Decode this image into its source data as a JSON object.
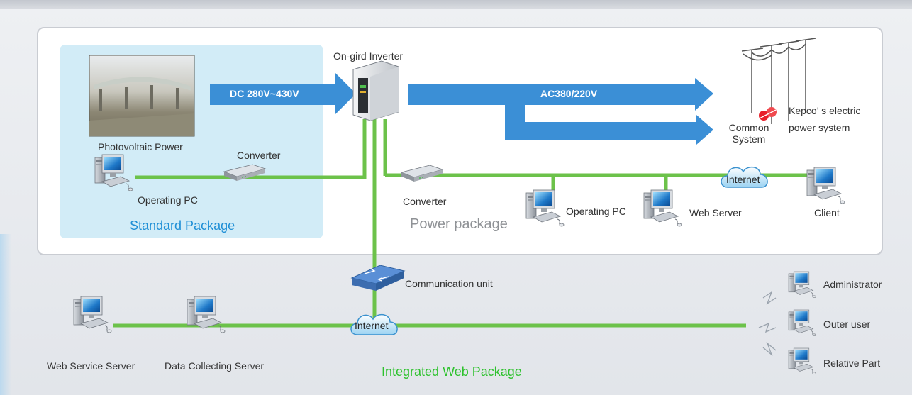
{
  "labels": {
    "inverter": "On-gird Inverter",
    "dc_voltage": "DC 280V~430V",
    "ac_voltage": "AC380/220V",
    "pv_power": "Photovoltaic Power",
    "converter_std": "Converter",
    "operating_pc_std": "Operating PC",
    "standard_package": "Standard Package",
    "converter_power": "Converter",
    "power_package": "Power package",
    "operating_pc_power": "Operating PC",
    "web_server": "Web Server",
    "client": "Client",
    "internet_top": "Internet",
    "common_system": "Common System",
    "kepco": "Kepco’ s electric power system",
    "communication_unit": "Communication unit",
    "internet_bottom": "Internet",
    "web_service_server": "Web Service Server",
    "data_collecting_server": "Data Collecting Server",
    "integrated_web_package": "Integrated Web Package",
    "administrator": "Administrator",
    "outer_user": "Outer user",
    "relative_part": "Relative Part"
  },
  "colors": {
    "network_line": "#6cc24a",
    "power_arrow": "#3b8fd6",
    "standard_package_bg": "#d2ecf7",
    "kepco_logo": "#e8202b"
  }
}
